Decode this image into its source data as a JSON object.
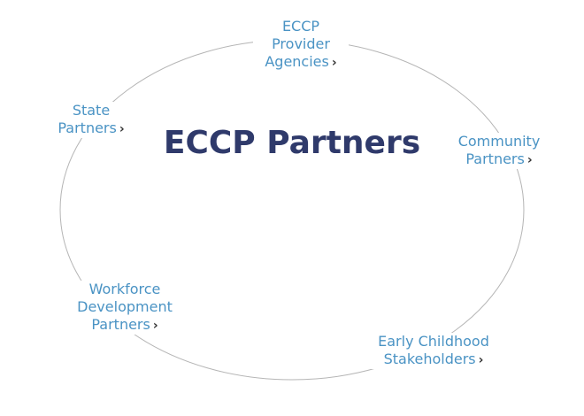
{
  "diagram": {
    "title": "ECCP Partners",
    "ring_color": "#b5b5b5",
    "title_color": "#2f3a6b",
    "link_color": "#4a93c4",
    "chevron": "›",
    "partners": [
      {
        "lines": [
          "ECCP",
          "Provider",
          "Agencies"
        ]
      },
      {
        "lines": [
          "State",
          "Partners"
        ]
      },
      {
        "lines": [
          "Community",
          "Partners"
        ]
      },
      {
        "lines": [
          "Workforce",
          "Development",
          "Partners"
        ]
      },
      {
        "lines": [
          "Early Childhood",
          "Stakeholders"
        ]
      }
    ]
  }
}
